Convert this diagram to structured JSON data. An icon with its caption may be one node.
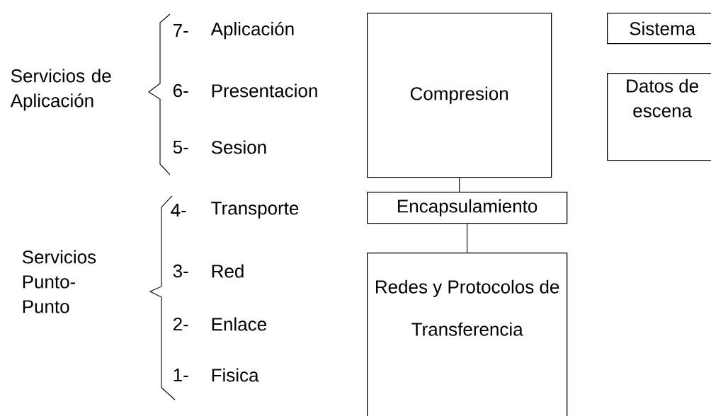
{
  "diagram": {
    "nodes": [
      {
        "text": [
          "Compresion"
        ]
      },
      {
        "text": [
          "Sistema"
        ]
      },
      {
        "text": [
          "Datos de escena"
        ]
      },
      {
        "text": [
          "Encapsulamiento"
        ]
      },
      {
        "text": [
          "Redes y Protocolos de Transferencia"
        ]
      }
    ],
    "edges": [
      {
        "from": 0,
        "to": 3,
        "arrow": "none"
      },
      {
        "from": 3,
        "to": 4,
        "arrow": "none"
      }
    ],
    "labels": [
      "Servicios de Aplicación",
      "7-",
      "Aplicación",
      "6-",
      "Presentacion",
      "5-",
      "Sesion",
      "Servicios Punto-Punto",
      "4-",
      "Transporte",
      "3-",
      "Red",
      "2-",
      "Enlace",
      "1-",
      "Fisica"
    ]
  }
}
